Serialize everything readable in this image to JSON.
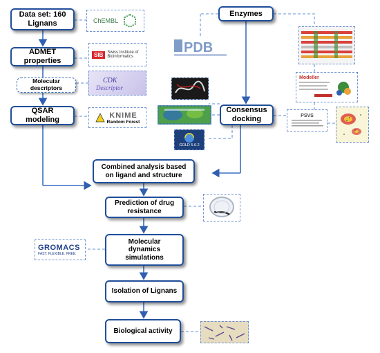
{
  "nodes": {
    "dataset": "Data set: 160 Lignans",
    "admet": "ADMET properties",
    "descriptors": "Molecular descriptors",
    "qsar": "QSAR modeling",
    "enzymes": "Enzymes",
    "consensus": "Consensus docking",
    "combined": "Combined analysis based on ligand and structure",
    "resistance": "Prediction of drug resistance",
    "md": "Molecular dynamics simulations",
    "isolation": "Isolation of Lignans",
    "bio": "Biological activity"
  },
  "logos": {
    "chembl": "ChEMBL",
    "sib_line1": "Swiss Institute of",
    "sib_line2": "Bioinformatics",
    "sib_mark": "SIB",
    "knime": "KNIME",
    "knime_sub": "Random Forest",
    "pdb": "PDB",
    "modeller": "Modeller",
    "psvs": "PSVS",
    "gold": "GOLD 5.6.2",
    "gromacs": "GROMACS",
    "gromacs_sub": "FAST. FLEXIBLE. FREE."
  },
  "colors": {
    "box_border": "#1f4e9a",
    "connector": "#3a6fc2",
    "dashed_connector": "#7fa3de"
  }
}
